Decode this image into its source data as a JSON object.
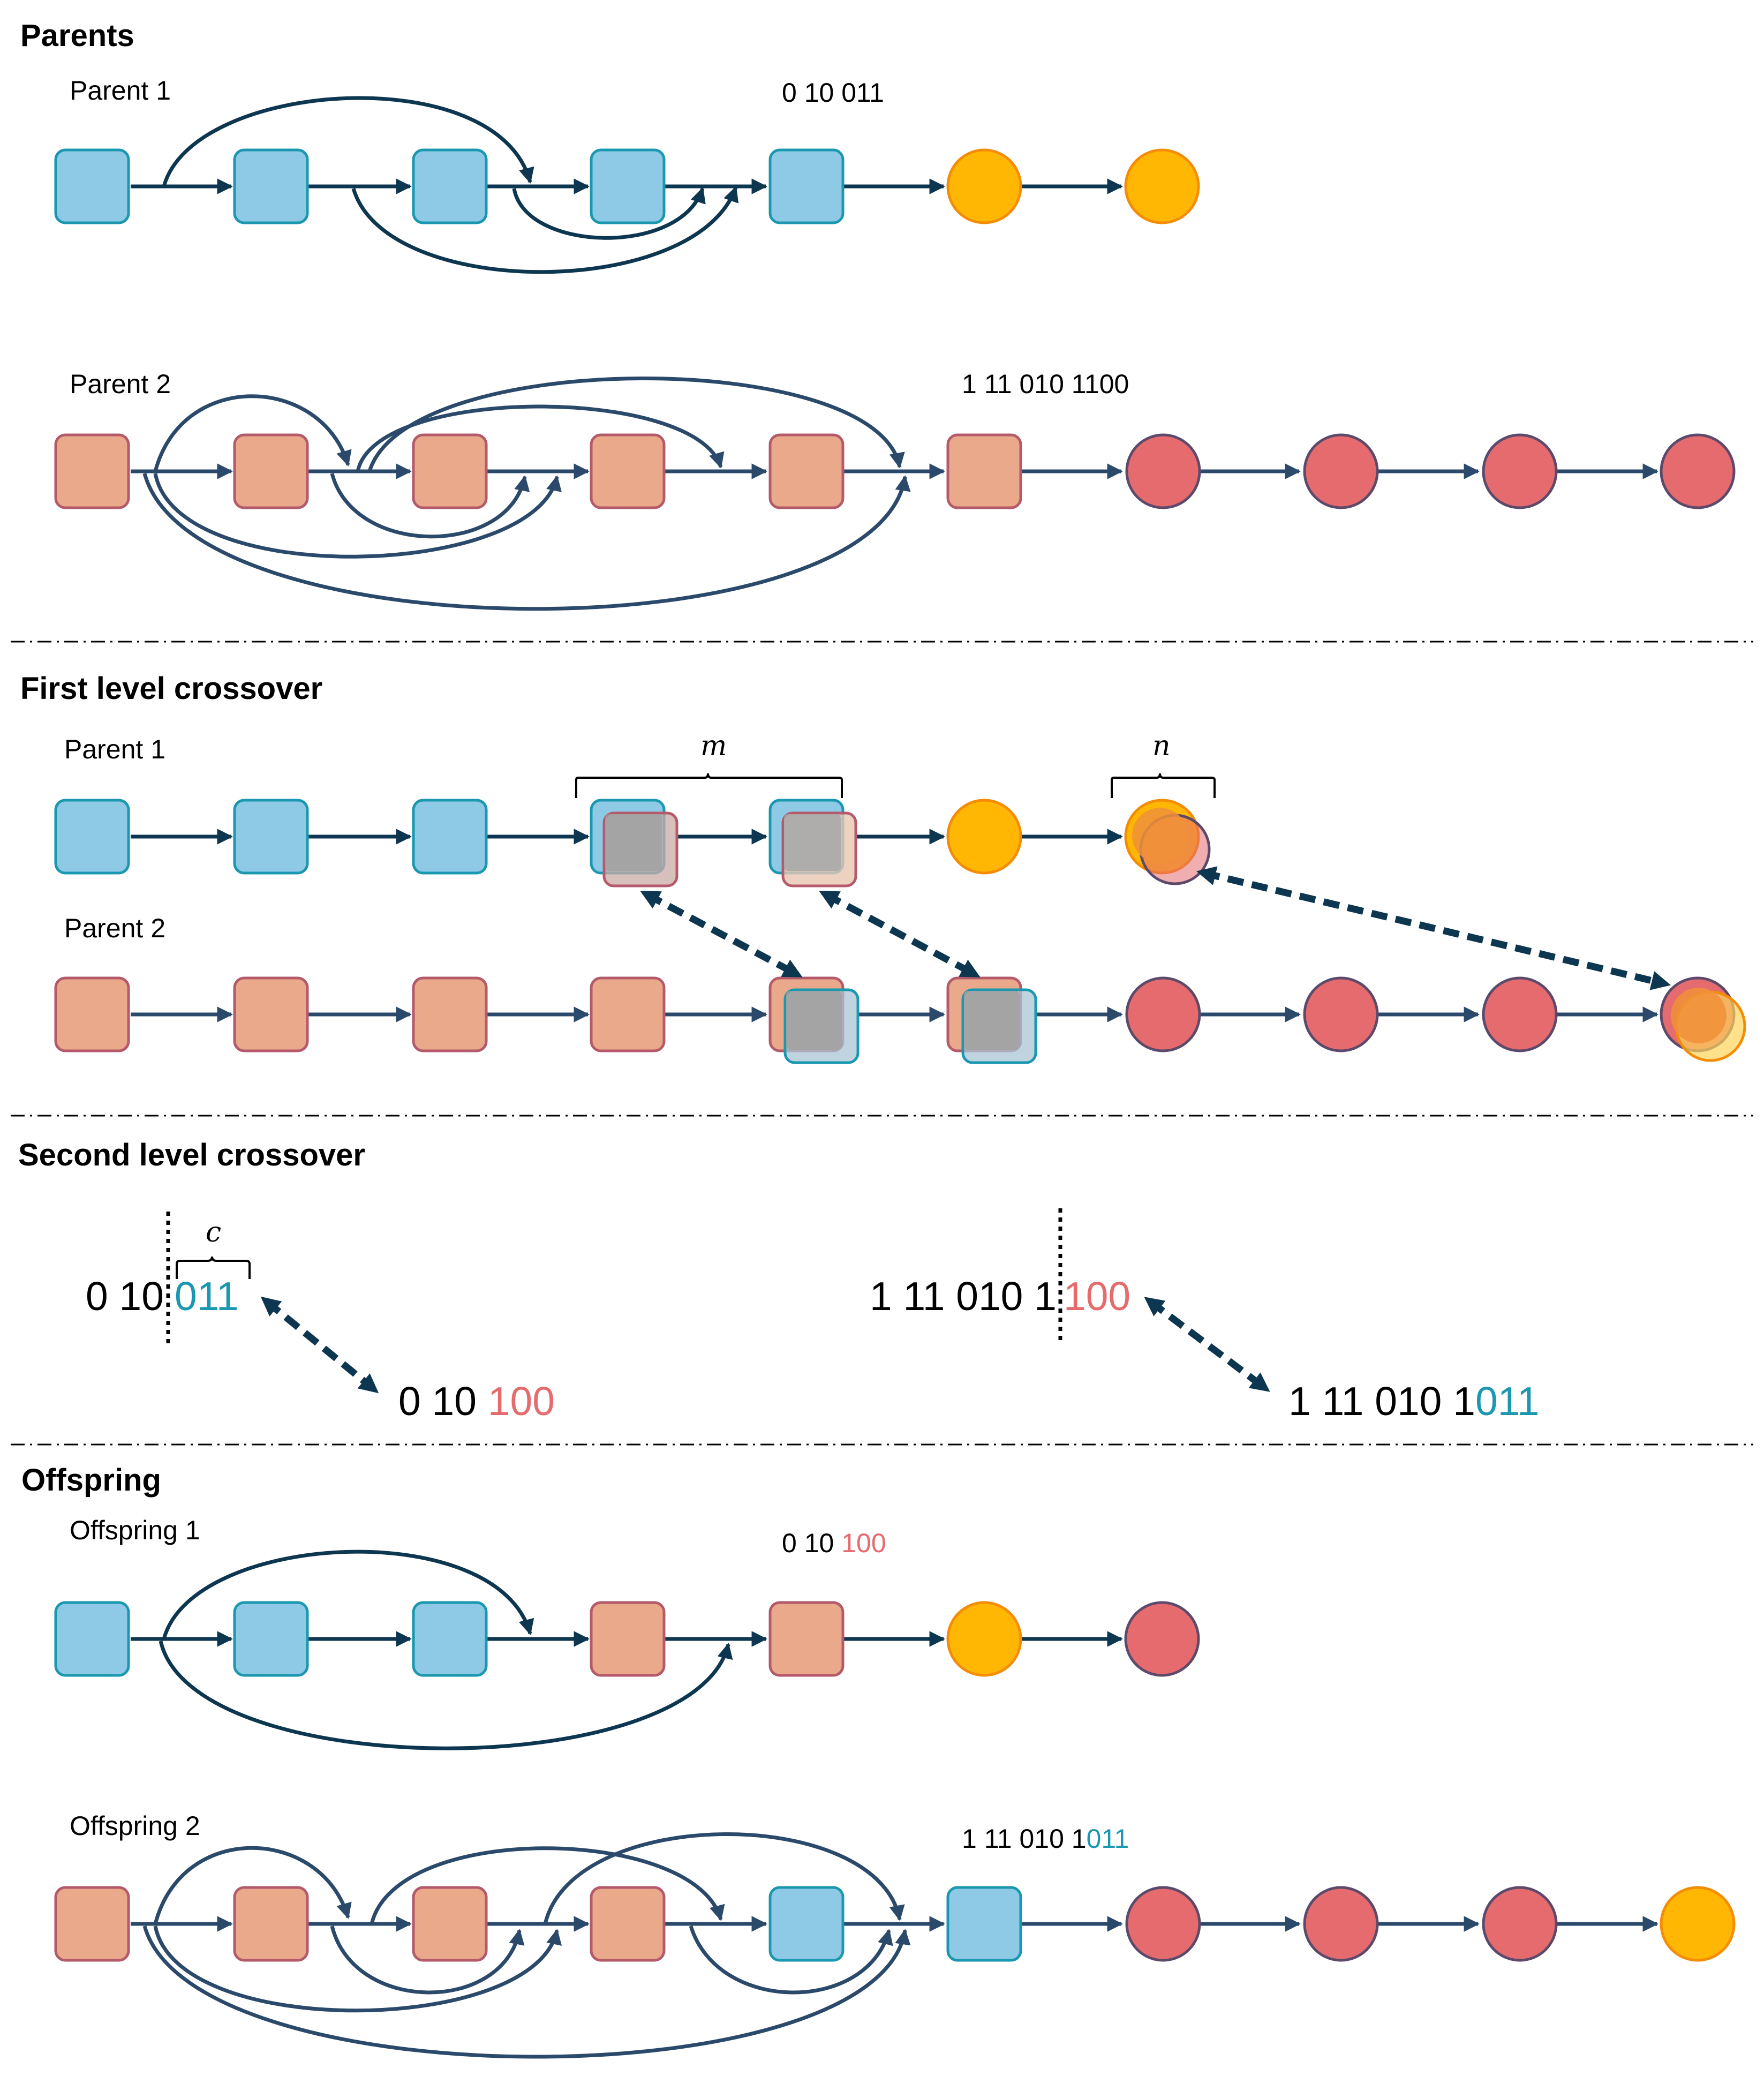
{
  "sections": {
    "parents": "Parents",
    "first_level": "First level crossover",
    "second_level": "Second level crossover",
    "offspring": "Offspring"
  },
  "labels": {
    "parent1": "Parent 1",
    "parent2": "Parent 2",
    "parent1_b": "Parent 1",
    "parent2_b": "Parent 2",
    "offspring1": "Offspring 1",
    "offspring2": "Offspring 2"
  },
  "codes": {
    "parent1": "0 10 011",
    "parent2": "1 11 010 1100",
    "offspring1_prefix": "0 10 ",
    "offspring1_suffix": "100",
    "offspring2_prefix": "1 11 010 1",
    "offspring2_suffix": "011"
  },
  "symbols": {
    "m": "m",
    "n": "n",
    "c": "c"
  },
  "second_level": {
    "left_prefix": "0 10",
    "left_suffix": "011",
    "left_result_prefix": "0 10 ",
    "left_result_suffix": "100",
    "right_prefix": "1 11 010 1",
    "right_suffix": "100",
    "right_result_prefix": "1 11 010 1",
    "right_result_suffix": "011"
  },
  "colors": {
    "blue_node": "#8ecae6",
    "orange_node": "#e9a98a",
    "yellow_node": "#ffb703",
    "red_node": "#e56b6f",
    "highlight_blue": "#1b98b0",
    "highlight_red": "#e56b6f",
    "edge": "#0d3650"
  }
}
